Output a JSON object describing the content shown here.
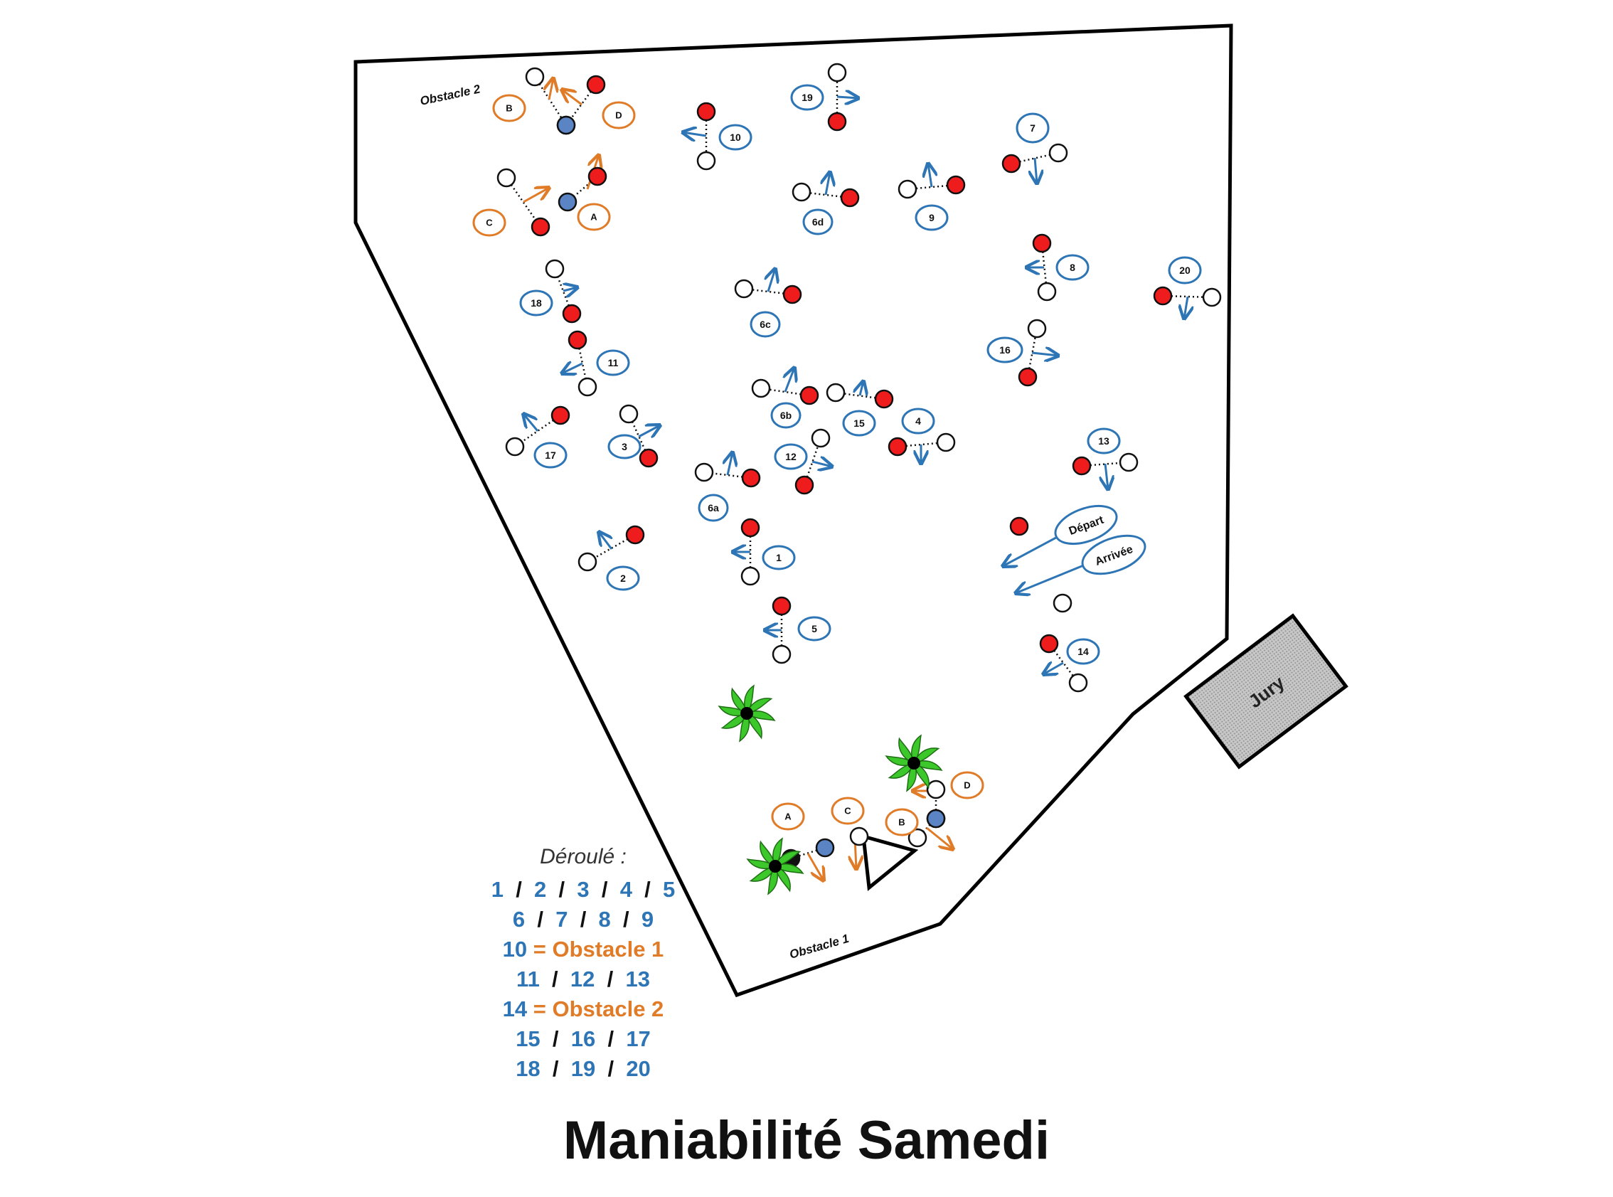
{
  "title": "Maniabilité  Samedi",
  "colors": {
    "blue": "#2e75b6",
    "orange": "#e07b28",
    "red": "#ee1c1c",
    "cone_blue": "#5b84c4",
    "tree": "#3cc82a",
    "outline": "#000000"
  },
  "labels": {
    "obstacle1": "Obstacle 1",
    "obstacle2": "Obstacle 2",
    "jury": "Jury",
    "depart": "Départ",
    "arrivee": "Arrivée"
  },
  "gates": [
    {
      "label": "1"
    },
    {
      "label": "2"
    },
    {
      "label": "3"
    },
    {
      "label": "4"
    },
    {
      "label": "5"
    },
    {
      "label": "6a"
    },
    {
      "label": "6b"
    },
    {
      "label": "6c"
    },
    {
      "label": "6d"
    },
    {
      "label": "7"
    },
    {
      "label": "8"
    },
    {
      "label": "9"
    },
    {
      "label": "10"
    },
    {
      "label": "11"
    },
    {
      "label": "12"
    },
    {
      "label": "13"
    },
    {
      "label": "14"
    },
    {
      "label": "15"
    },
    {
      "label": "16"
    },
    {
      "label": "17"
    },
    {
      "label": "18"
    },
    {
      "label": "19"
    },
    {
      "label": "20"
    }
  ],
  "obstacle_gates": [
    {
      "label": "A"
    },
    {
      "label": "B"
    },
    {
      "label": "C"
    },
    {
      "label": "D"
    },
    {
      "label": "A"
    },
    {
      "label": "B"
    },
    {
      "label": "C"
    },
    {
      "label": "D"
    }
  ],
  "deroule": {
    "title": "Déroulé :",
    "lines": [
      "1  /  2  /  3  /  4  /  5",
      "6  /  7  /  8  /  9",
      "10 = Obstacle 1",
      "11  /  12  /  13",
      "14 = Obstacle 2",
      "15  /  16  /  17",
      "18  /  19  /  20"
    ]
  }
}
